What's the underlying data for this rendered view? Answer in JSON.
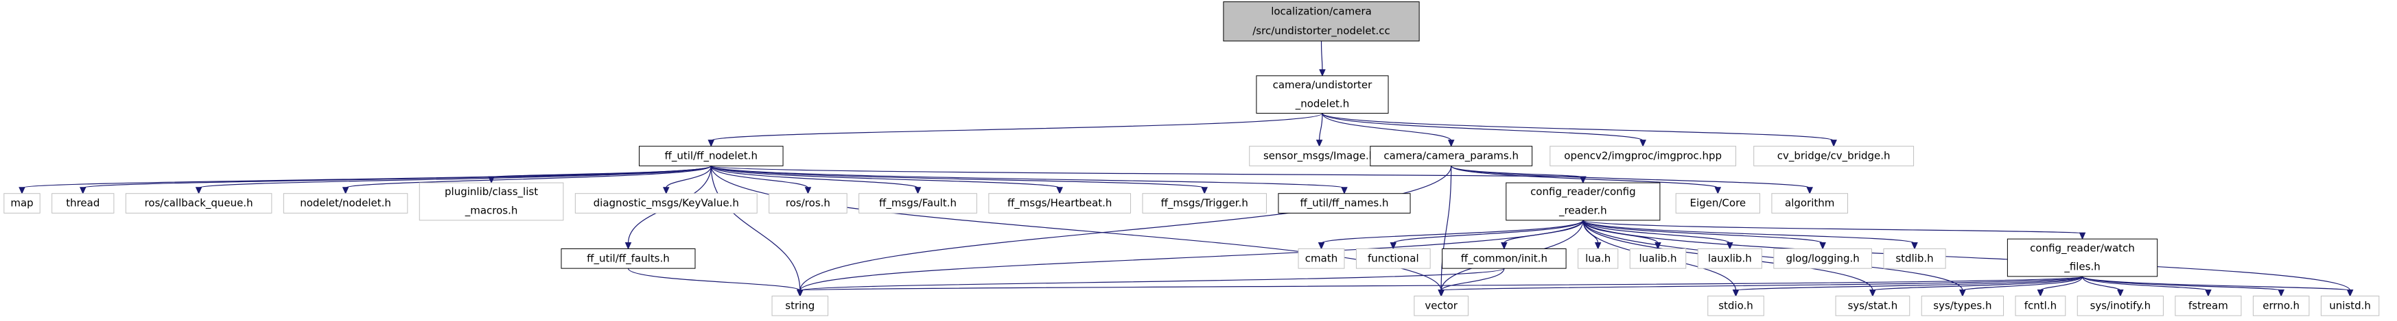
{
  "graph": {
    "nodes": {
      "root": {
        "lines": [
          "localization/camera",
          "/src/undistorter_nodelet.cc"
        ],
        "style": "root"
      },
      "undistorter_h": {
        "lines": [
          "camera/undistorter",
          "_nodelet.h"
        ],
        "style": "doc"
      },
      "ff_nodelet": {
        "lines": [
          "ff_util/ff_nodelet.h"
        ],
        "style": "doc"
      },
      "sensor_image": {
        "lines": [
          "sensor_msgs/Image.h"
        ],
        "style": "ext"
      },
      "camera_params": {
        "lines": [
          "camera/camera_params.h"
        ],
        "style": "doc"
      },
      "imgproc": {
        "lines": [
          "opencv2/imgproc/imgproc.hpp"
        ],
        "style": "ext"
      },
      "cv_bridge": {
        "lines": [
          "cv_bridge/cv_bridge.h"
        ],
        "style": "ext"
      },
      "map": {
        "lines": [
          "map"
        ],
        "style": "ext"
      },
      "thread": {
        "lines": [
          "thread"
        ],
        "style": "ext"
      },
      "callback_queue": {
        "lines": [
          "ros/callback_queue.h"
        ],
        "style": "ext"
      },
      "nodelet": {
        "lines": [
          "nodelet/nodelet.h"
        ],
        "style": "ext"
      },
      "class_list": {
        "lines": [
          "pluginlib/class_list",
          "_macros.h"
        ],
        "style": "ext"
      },
      "keyvalue": {
        "lines": [
          "diagnostic_msgs/KeyValue.h"
        ],
        "style": "ext"
      },
      "ros_h": {
        "lines": [
          "ros/ros.h"
        ],
        "style": "ext"
      },
      "fault": {
        "lines": [
          "ff_msgs/Fault.h"
        ],
        "style": "ext"
      },
      "heartbeat": {
        "lines": [
          "ff_msgs/Heartbeat.h"
        ],
        "style": "ext"
      },
      "trigger": {
        "lines": [
          "ff_msgs/Trigger.h"
        ],
        "style": "ext"
      },
      "ff_names": {
        "lines": [
          "ff_util/ff_names.h"
        ],
        "style": "doc"
      },
      "config_reader": {
        "lines": [
          "config_reader/config",
          "_reader.h"
        ],
        "style": "doc"
      },
      "eigen": {
        "lines": [
          "Eigen/Core"
        ],
        "style": "ext"
      },
      "algorithm": {
        "lines": [
          "algorithm"
        ],
        "style": "ext"
      },
      "ff_faults": {
        "lines": [
          "ff_util/ff_faults.h"
        ],
        "style": "doc"
      },
      "cmath": {
        "lines": [
          "cmath"
        ],
        "style": "ext"
      },
      "functional": {
        "lines": [
          "functional"
        ],
        "style": "ext"
      },
      "ff_init": {
        "lines": [
          "ff_common/init.h"
        ],
        "style": "doc"
      },
      "lua": {
        "lines": [
          "lua.h"
        ],
        "style": "ext"
      },
      "lualib": {
        "lines": [
          "lualib.h"
        ],
        "style": "ext"
      },
      "lauxlib": {
        "lines": [
          "lauxlib.h"
        ],
        "style": "ext"
      },
      "glog": {
        "lines": [
          "glog/logging.h"
        ],
        "style": "ext"
      },
      "stdlib": {
        "lines": [
          "stdlib.h"
        ],
        "style": "ext"
      },
      "watch_files": {
        "lines": [
          "config_reader/watch",
          "_files.h"
        ],
        "style": "doc"
      },
      "string": {
        "lines": [
          "string"
        ],
        "style": "ext"
      },
      "vector": {
        "lines": [
          "vector"
        ],
        "style": "ext"
      },
      "stdio": {
        "lines": [
          "stdio.h"
        ],
        "style": "ext"
      },
      "sys_stat": {
        "lines": [
          "sys/stat.h"
        ],
        "style": "ext"
      },
      "sys_types": {
        "lines": [
          "sys/types.h"
        ],
        "style": "ext"
      },
      "fcntl": {
        "lines": [
          "fcntl.h"
        ],
        "style": "ext"
      },
      "sys_inotify": {
        "lines": [
          "sys/inotify.h"
        ],
        "style": "ext"
      },
      "fstream": {
        "lines": [
          "fstream"
        ],
        "style": "ext"
      },
      "errno": {
        "lines": [
          "errno.h"
        ],
        "style": "ext"
      },
      "unistd": {
        "lines": [
          "unistd.h"
        ],
        "style": "ext"
      }
    },
    "edges": [
      [
        "root",
        "undistorter_h"
      ],
      [
        "undistorter_h",
        "ff_nodelet"
      ],
      [
        "undistorter_h",
        "sensor_image"
      ],
      [
        "undistorter_h",
        "camera_params"
      ],
      [
        "undistorter_h",
        "imgproc"
      ],
      [
        "undistorter_h",
        "cv_bridge"
      ],
      [
        "ff_nodelet",
        "map"
      ],
      [
        "ff_nodelet",
        "thread"
      ],
      [
        "ff_nodelet",
        "callback_queue"
      ],
      [
        "ff_nodelet",
        "nodelet"
      ],
      [
        "ff_nodelet",
        "class_list"
      ],
      [
        "ff_nodelet",
        "keyvalue"
      ],
      [
        "ff_nodelet",
        "ros_h"
      ],
      [
        "ff_nodelet",
        "fault"
      ],
      [
        "ff_nodelet",
        "heartbeat"
      ],
      [
        "ff_nodelet",
        "trigger"
      ],
      [
        "ff_nodelet",
        "ff_names"
      ],
      [
        "ff_nodelet",
        "ff_faults"
      ],
      [
        "ff_nodelet",
        "string"
      ],
      [
        "ff_nodelet",
        "vector"
      ],
      [
        "ff_nodelet",
        "config_reader"
      ],
      [
        "camera_params",
        "config_reader"
      ],
      [
        "camera_params",
        "eigen"
      ],
      [
        "camera_params",
        "algorithm"
      ],
      [
        "camera_params",
        "string"
      ],
      [
        "camera_params",
        "vector"
      ],
      [
        "ff_faults",
        "string"
      ],
      [
        "config_reader",
        "cmath"
      ],
      [
        "config_reader",
        "functional"
      ],
      [
        "config_reader",
        "ff_init"
      ],
      [
        "config_reader",
        "lua"
      ],
      [
        "config_reader",
        "lualib"
      ],
      [
        "config_reader",
        "lauxlib"
      ],
      [
        "config_reader",
        "glog"
      ],
      [
        "config_reader",
        "stdlib"
      ],
      [
        "config_reader",
        "watch_files"
      ],
      [
        "config_reader",
        "string"
      ],
      [
        "config_reader",
        "vector"
      ],
      [
        "config_reader",
        "stdio"
      ],
      [
        "config_reader",
        "sys_stat"
      ],
      [
        "config_reader",
        "sys_types"
      ],
      [
        "config_reader",
        "unistd"
      ],
      [
        "ff_init",
        "string"
      ],
      [
        "ff_init",
        "vector"
      ],
      [
        "watch_files",
        "string"
      ],
      [
        "watch_files",
        "vector"
      ],
      [
        "watch_files",
        "stdio"
      ],
      [
        "watch_files",
        "sys_stat"
      ],
      [
        "watch_files",
        "sys_types"
      ],
      [
        "watch_files",
        "fcntl"
      ],
      [
        "watch_files",
        "sys_inotify"
      ],
      [
        "watch_files",
        "fstream"
      ],
      [
        "watch_files",
        "errno"
      ],
      [
        "watch_files",
        "unistd"
      ]
    ]
  }
}
